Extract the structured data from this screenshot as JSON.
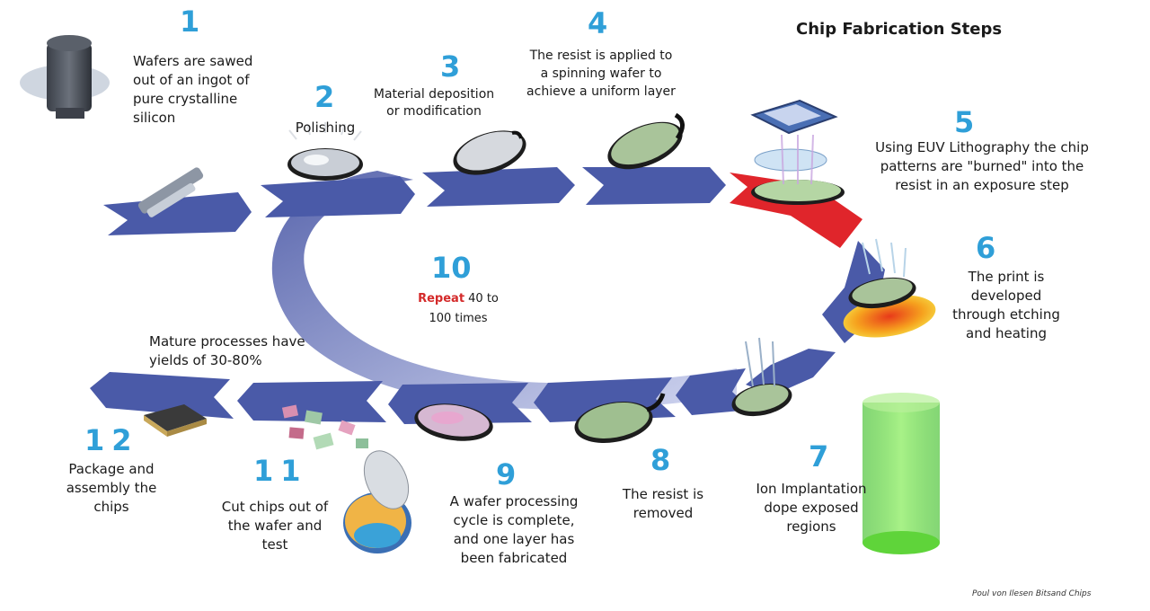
{
  "title": "Chip Fabrication Steps",
  "steps": [
    {
      "number": "1",
      "text": "Wafers are sawed out of an ingot of pure crystalline silicon"
    },
    {
      "number": "2",
      "text": "Polishing"
    },
    {
      "number": "3",
      "text": "Material deposition or modification"
    },
    {
      "number": "4",
      "text": "The resist is applied to a spinning wafer to achieve a uniform layer"
    },
    {
      "number": "5",
      "text": "Using EUV Lithography the chip patterns are \"burned\" into the resist in an exposure step"
    },
    {
      "number": "6",
      "text": "The print is developed through etching and heating"
    },
    {
      "number": "7",
      "text": "Ion Implantation dope exposed regions"
    },
    {
      "number": "8",
      "text": "The resist is removed"
    },
    {
      "number": "9",
      "text": "A wafer processing cycle is complete, and one layer has been fabricated"
    },
    {
      "number": "10",
      "repeat_word": "Repeat",
      "repeat_rest": " 40 to",
      "repeat_line2": "100 times"
    },
    {
      "number": "11",
      "text": "Cut chips out of the wafer and test"
    },
    {
      "number": "12",
      "text": "Package and assembly the chips"
    }
  ],
  "yield_note": "Mature processes have yields of 30-80%",
  "credit": "Poul von Ilesen Bitsand Chips",
  "colors": {
    "arrow": "#4a5aa8",
    "arrow_light": "#9aa6d8",
    "exposure": "#e0252b",
    "number": "#2f9fd8"
  }
}
